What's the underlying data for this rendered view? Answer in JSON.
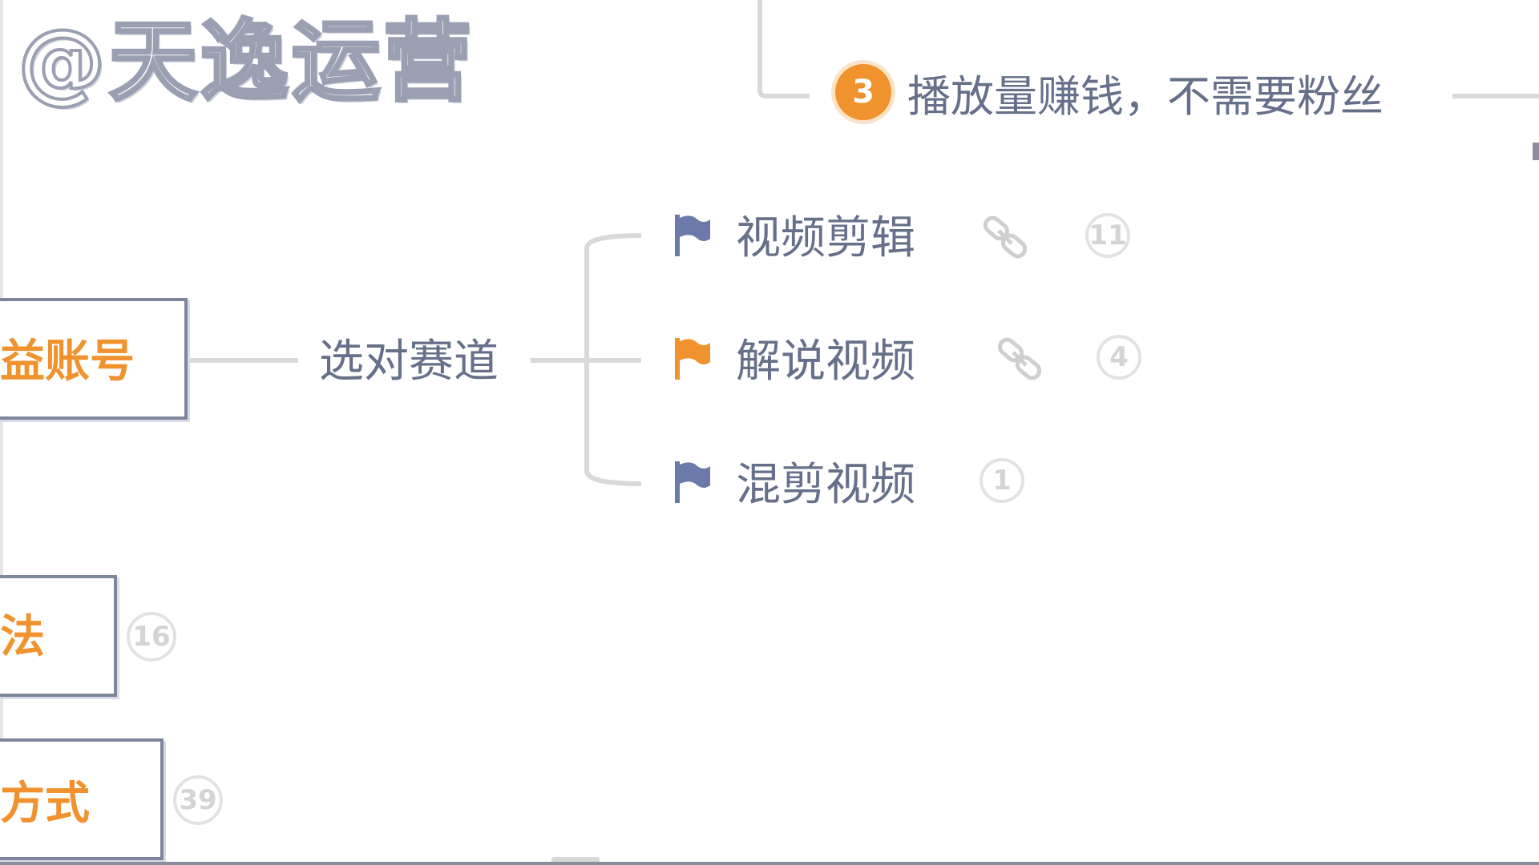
{
  "watermark": {
    "text": "@天逸运营"
  },
  "top_branch": {
    "number": "3",
    "text": "播放量赚钱，不需要粉丝"
  },
  "left_nodes": {
    "account": "益账号",
    "method": "法",
    "method_count": "16",
    "way": "方式",
    "way_count": "39"
  },
  "center_node": {
    "text": "选对赛道"
  },
  "tracks": [
    {
      "label": "视频剪辑",
      "flag": "flag-blue",
      "has_link": true,
      "count": "11"
    },
    {
      "label": "解说视频",
      "flag": "flag-orange",
      "has_link": true,
      "count": "4"
    },
    {
      "label": "混剪视频",
      "flag": "flag-blue",
      "has_link": false,
      "count": "1"
    }
  ],
  "colors": {
    "accent_orange": "#f0932e",
    "node_text": "#66708a",
    "flag_blue": "#6b7aa8",
    "line_gray": "#d9d9d9",
    "box_border": "#7e869e"
  }
}
